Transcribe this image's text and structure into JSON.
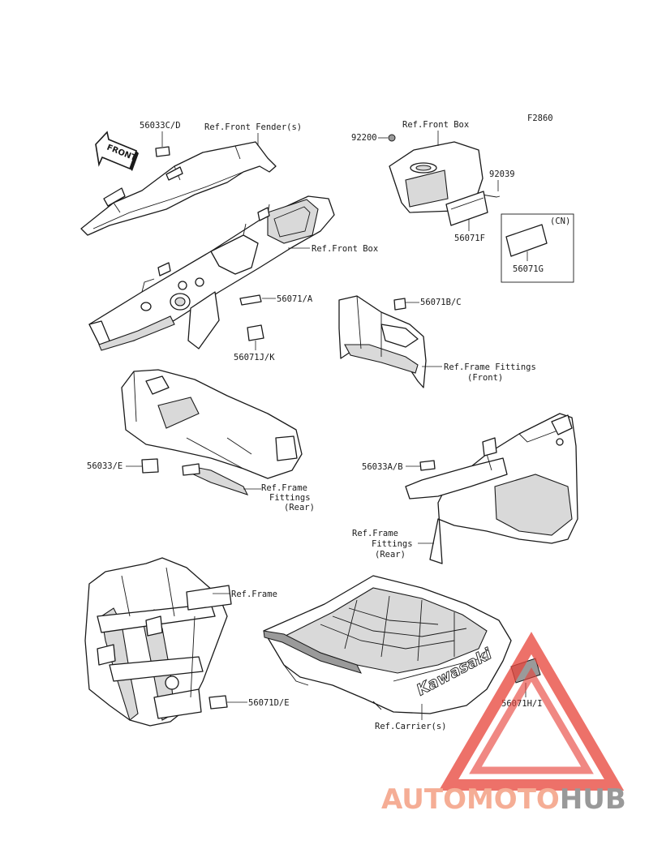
{
  "figure_code": "F2860",
  "labels": {
    "p56033cd": "56033C/D",
    "ref_front_fender": "Ref.Front Fender(s)",
    "front_arrow": "FRONT",
    "ref_front_box_top": "Ref.Front Box",
    "p92200": "92200",
    "p92039": "92039",
    "cn": "(CN)",
    "p56071f": "56071F",
    "p56071g": "56071G",
    "ref_front_box_mid": "Ref.Front Box",
    "p56071a": "56071/A",
    "p56071jk": "56071J/K",
    "p56071bc": "56071B/C",
    "ref_frame_fittings_front_1": "Ref.Frame Fittings",
    "ref_frame_fittings_front_2": "(Front)",
    "p56033e": "56033/E",
    "ref_frame_fittings_rear_a1": "Ref.Frame",
    "ref_frame_fittings_rear_a2": "Fittings",
    "ref_frame_fittings_rear_a3": "(Rear)",
    "p56033ab": "56033A/B",
    "ref_frame_fittings_rear_b1": "Ref.Frame",
    "ref_frame_fittings_rear_b2": "Fittings",
    "ref_frame_fittings_rear_b3": "(Rear)",
    "ref_frame": "Ref.Frame",
    "p56071de": "56071D/E",
    "p56071hi": "56071H/I",
    "ref_carrier": "Ref.Carrier(s)",
    "carrier_brand": "Kawasaki"
  },
  "watermark": {
    "part1": "AUTOMOTO",
    "part2": "HUB",
    "color_primary": "#f4a58a",
    "color_secondary": "#8f8f8f",
    "triangle_color": "#e8453c"
  }
}
